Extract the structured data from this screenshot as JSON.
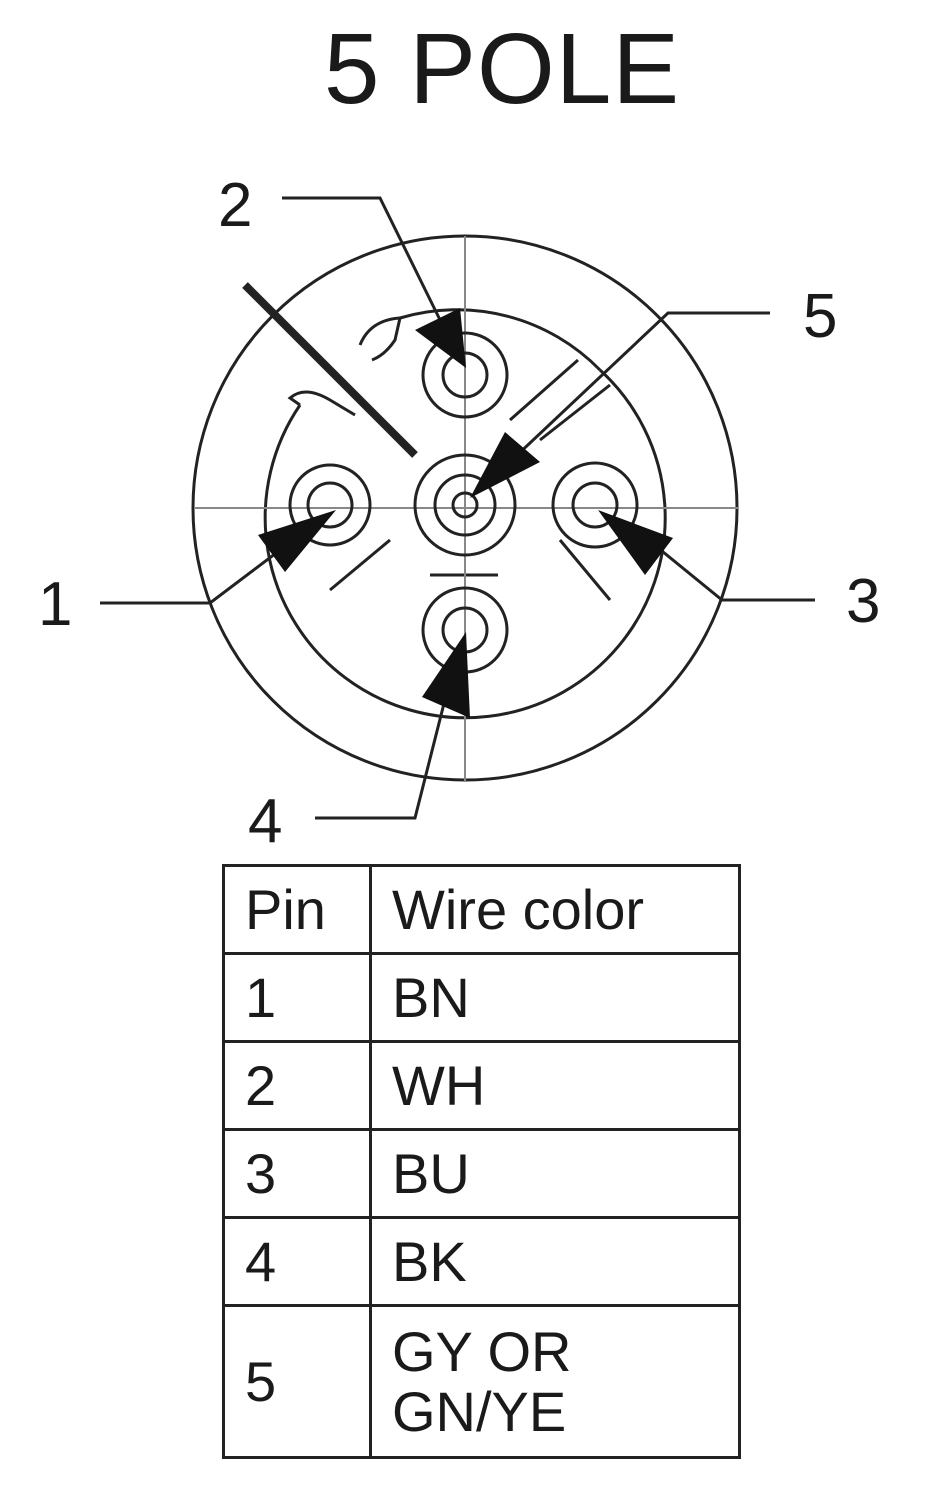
{
  "title": "5 POLE",
  "pin_labels": [
    "1",
    "2",
    "3",
    "4",
    "5"
  ],
  "table": {
    "header": {
      "pin": "Pin",
      "color": "Wire color"
    },
    "rows": [
      {
        "pin": "1",
        "color": [
          "BN"
        ]
      },
      {
        "pin": "2",
        "color": [
          "WH"
        ]
      },
      {
        "pin": "3",
        "color": [
          "BU"
        ]
      },
      {
        "pin": "4",
        "color": [
          "BK"
        ]
      },
      {
        "pin": "5",
        "color": [
          "GY OR",
          "GN/YE"
        ]
      }
    ]
  }
}
